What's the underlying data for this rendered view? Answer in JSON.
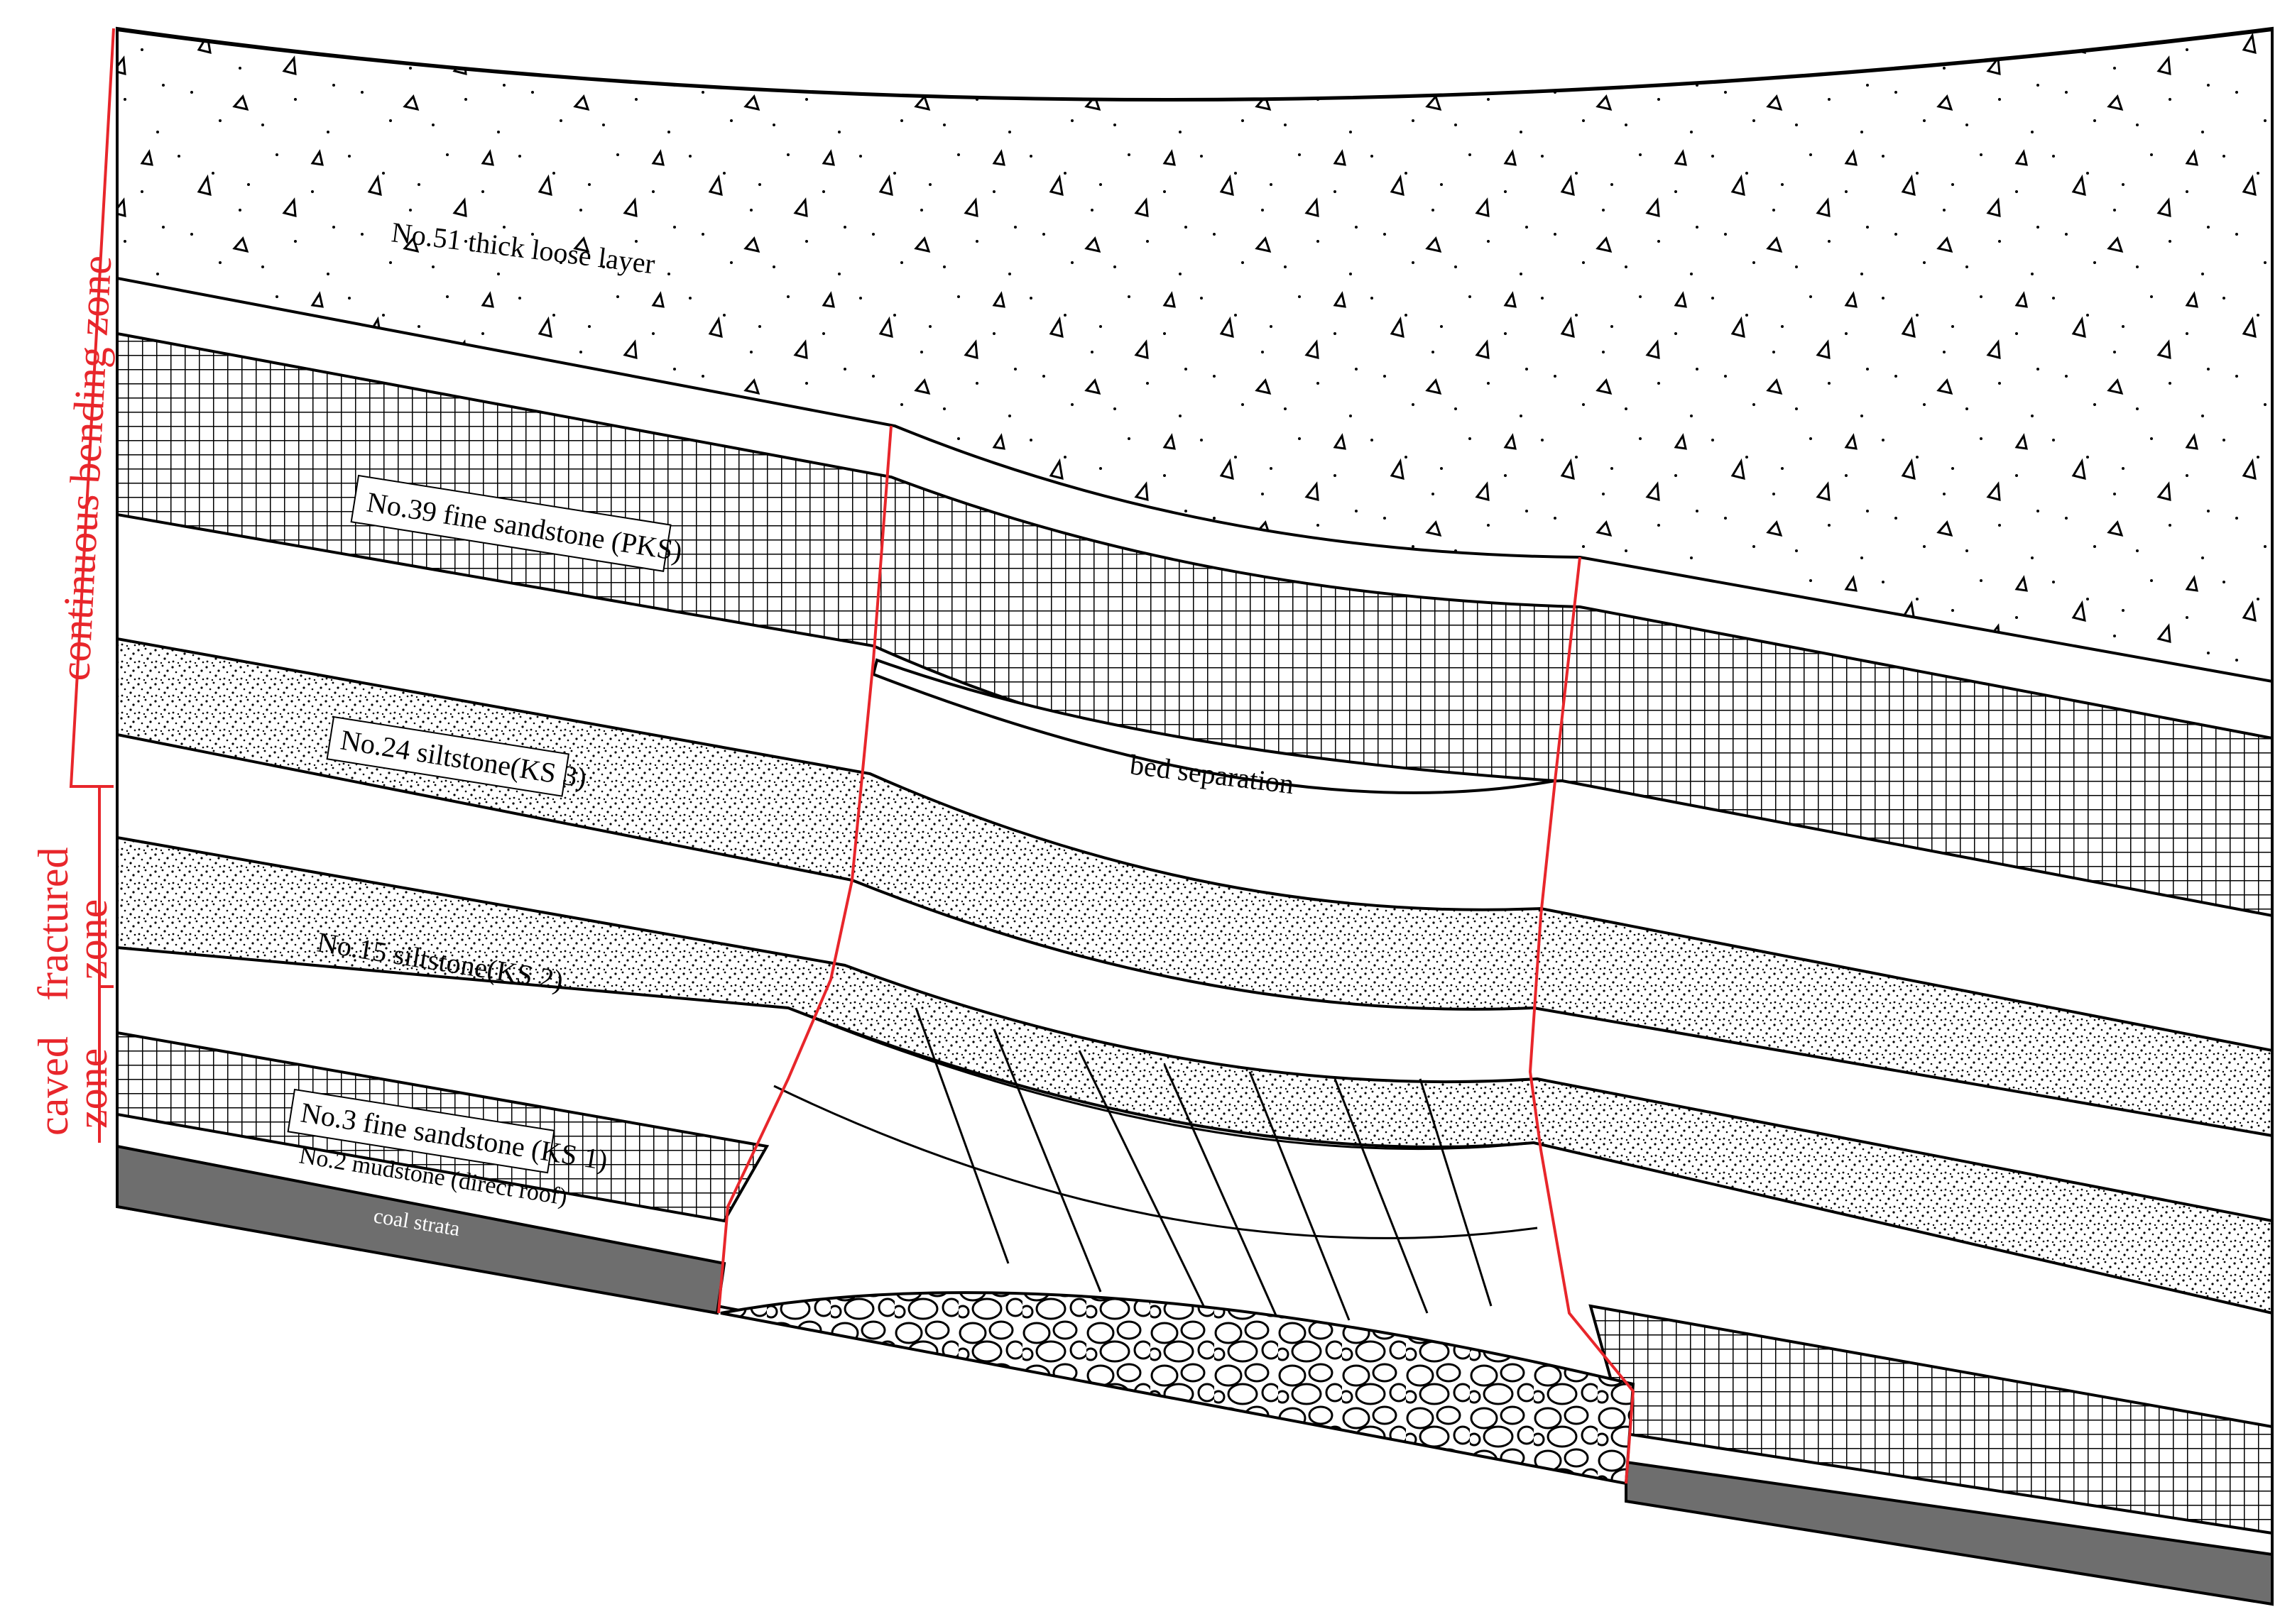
{
  "layers": {
    "thick_loose": "No.51 thick loose layer",
    "pks": "No.39 fine sandstone (PKS)",
    "ks3": "No.24 siltstone(KS 3)",
    "ks2": "No.15 siltstone(KS 2)",
    "ks1": "No.3 fine sandstone (KS 1)",
    "mudstone": "No.2 mudstone (direct roof)",
    "coal": "coal strata"
  },
  "annotations": {
    "bed_separation": "bed separation"
  },
  "zones": {
    "bending": "continuous bending zone",
    "fractured_1": "fractured",
    "fractured_2": "zone",
    "caved_1": "caved",
    "caved_2": "zone"
  },
  "colors": {
    "zone_red": "#e8262b",
    "coal_gray": "#6e6e6e",
    "ink": "#000000"
  }
}
